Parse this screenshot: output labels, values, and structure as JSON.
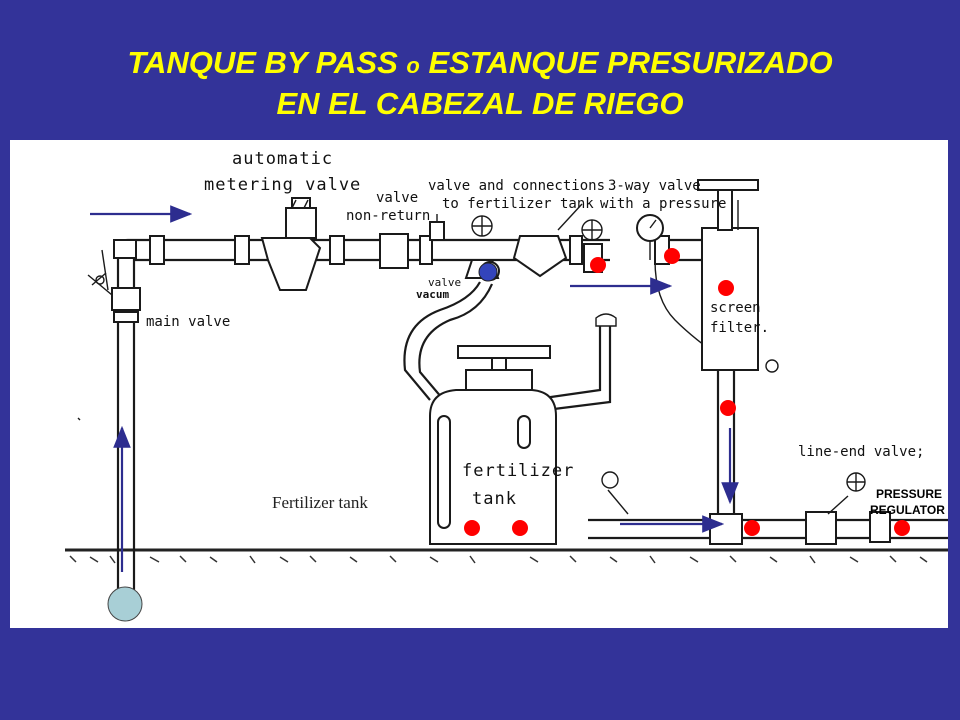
{
  "title": {
    "line1_a": "TANQUE BY PASS ",
    "line1_o": "o",
    "line1_b": " ESTANQUE PRESURIZADO",
    "line2": "EN EL CABEZAL DE RIEGO"
  },
  "labels": {
    "automatic": "automatic",
    "metering_valve": "metering valve",
    "valve": "valve",
    "non_return": "non-return",
    "valve_connections_1": "valve and connections",
    "valve_connections_2": "to fertilizer tank",
    "three_way_1": "3-way valve",
    "three_way_2": "with a pressure",
    "main_valve": "main valve",
    "vac_valve": "valve",
    "vacum": "vacum",
    "screen": "screen",
    "filter": "filter.",
    "fertilizer": "fertilizer",
    "tank": "tank",
    "line_end_valve": "line-end valve;",
    "pressure": "PRESSURE",
    "regulator": "REGULATOR",
    "fertilizer_tank_caption": "Fertilizer tank"
  },
  "colors": {
    "background": "#333399",
    "title": "#ffff00",
    "arrow": "#2d2d8f",
    "marker_red": "#ff0000",
    "marker_blue": "#3344bb",
    "marker_lightblue": "#a8cfd6"
  }
}
